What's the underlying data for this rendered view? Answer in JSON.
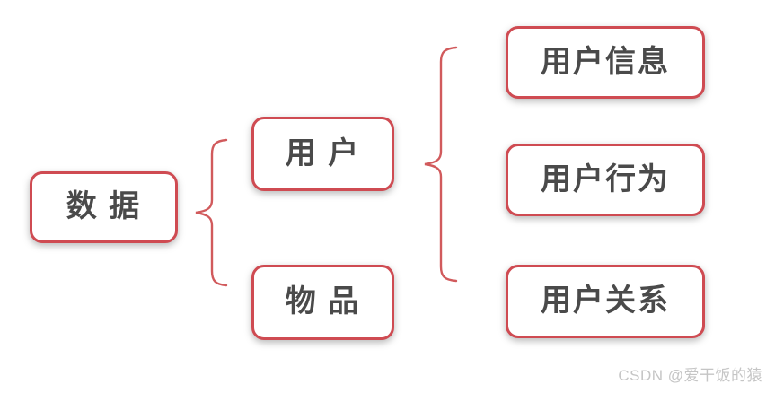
{
  "diagram": {
    "type": "mindmap",
    "root": {
      "label": "数 据"
    },
    "level2": [
      {
        "label": "用 户"
      },
      {
        "label": "物 品"
      }
    ],
    "level3": [
      {
        "label": "用户信息"
      },
      {
        "label": "用户行为"
      },
      {
        "label": "用户关系"
      }
    ],
    "relations": [
      {
        "from": "数据",
        "to": [
          "用户",
          "物品"
        ],
        "connector": "curly-brace"
      },
      {
        "from": "用户",
        "to": [
          "用户信息",
          "用户行为",
          "用户关系"
        ],
        "connector": "curly-brace"
      }
    ]
  },
  "watermark": "CSDN @爱干饭的猿",
  "colors": {
    "border_red": "#cf4b52",
    "brace_red": "#d15a5c",
    "text_dark": "#4a4a4a",
    "watermark_gray": "#c5c5c5",
    "background": "#ffffff"
  }
}
